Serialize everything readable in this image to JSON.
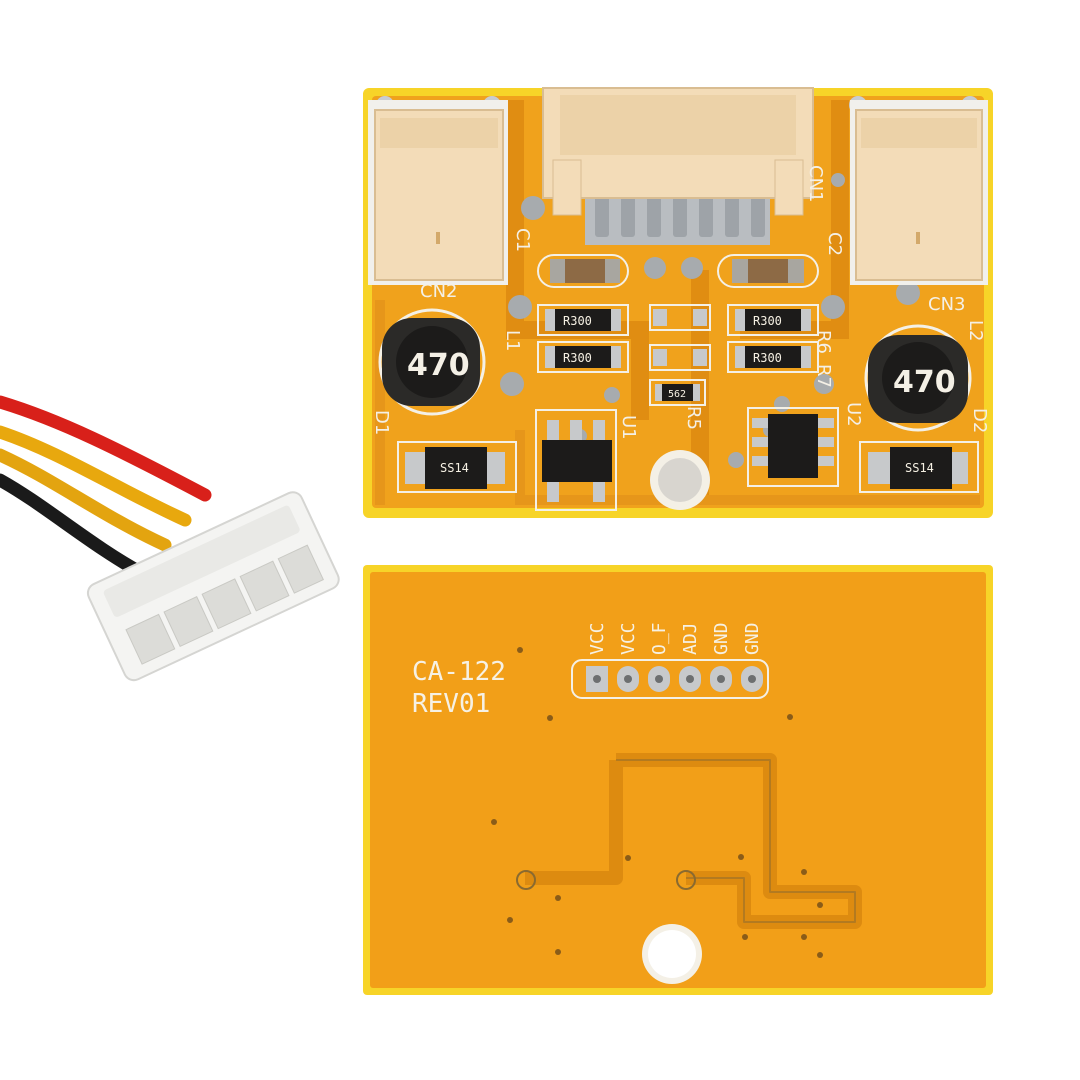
{
  "colors": {
    "pcb_orange": "#f0a21c",
    "pcb_orange_dark": "#e08d12",
    "pcb_edge_yellow": "#f7d428",
    "silkscreen": "#f4f0e6",
    "connector_cream": "#f3dcb8",
    "component_black": "#1c1b1a",
    "wire_red": "#d8201a",
    "wire_yellow": "#e8a80e",
    "wire_black": "#1a1a1a"
  },
  "top_board": {
    "connectors": [
      "CN1",
      "CN2",
      "CN3"
    ],
    "capacitors": [
      "C1",
      "C2"
    ],
    "inductors": [
      "L1",
      "L2"
    ],
    "inductor_marking": "470",
    "diodes": [
      "D1",
      "D2"
    ],
    "diode_marking": "SS14",
    "ics": [
      "U1",
      "U2"
    ],
    "resistors": [
      "R5",
      "R6",
      "R7"
    ],
    "resistor_marking": "R300",
    "r5_marking": "562"
  },
  "bottom_board": {
    "model": "CA-122",
    "revision": "REV01",
    "pins": [
      "VCC",
      "VCC",
      "O_F",
      "ADJ",
      "GND",
      "GND"
    ]
  },
  "cable": {
    "icon": "wire-harness-connector-icon"
  }
}
